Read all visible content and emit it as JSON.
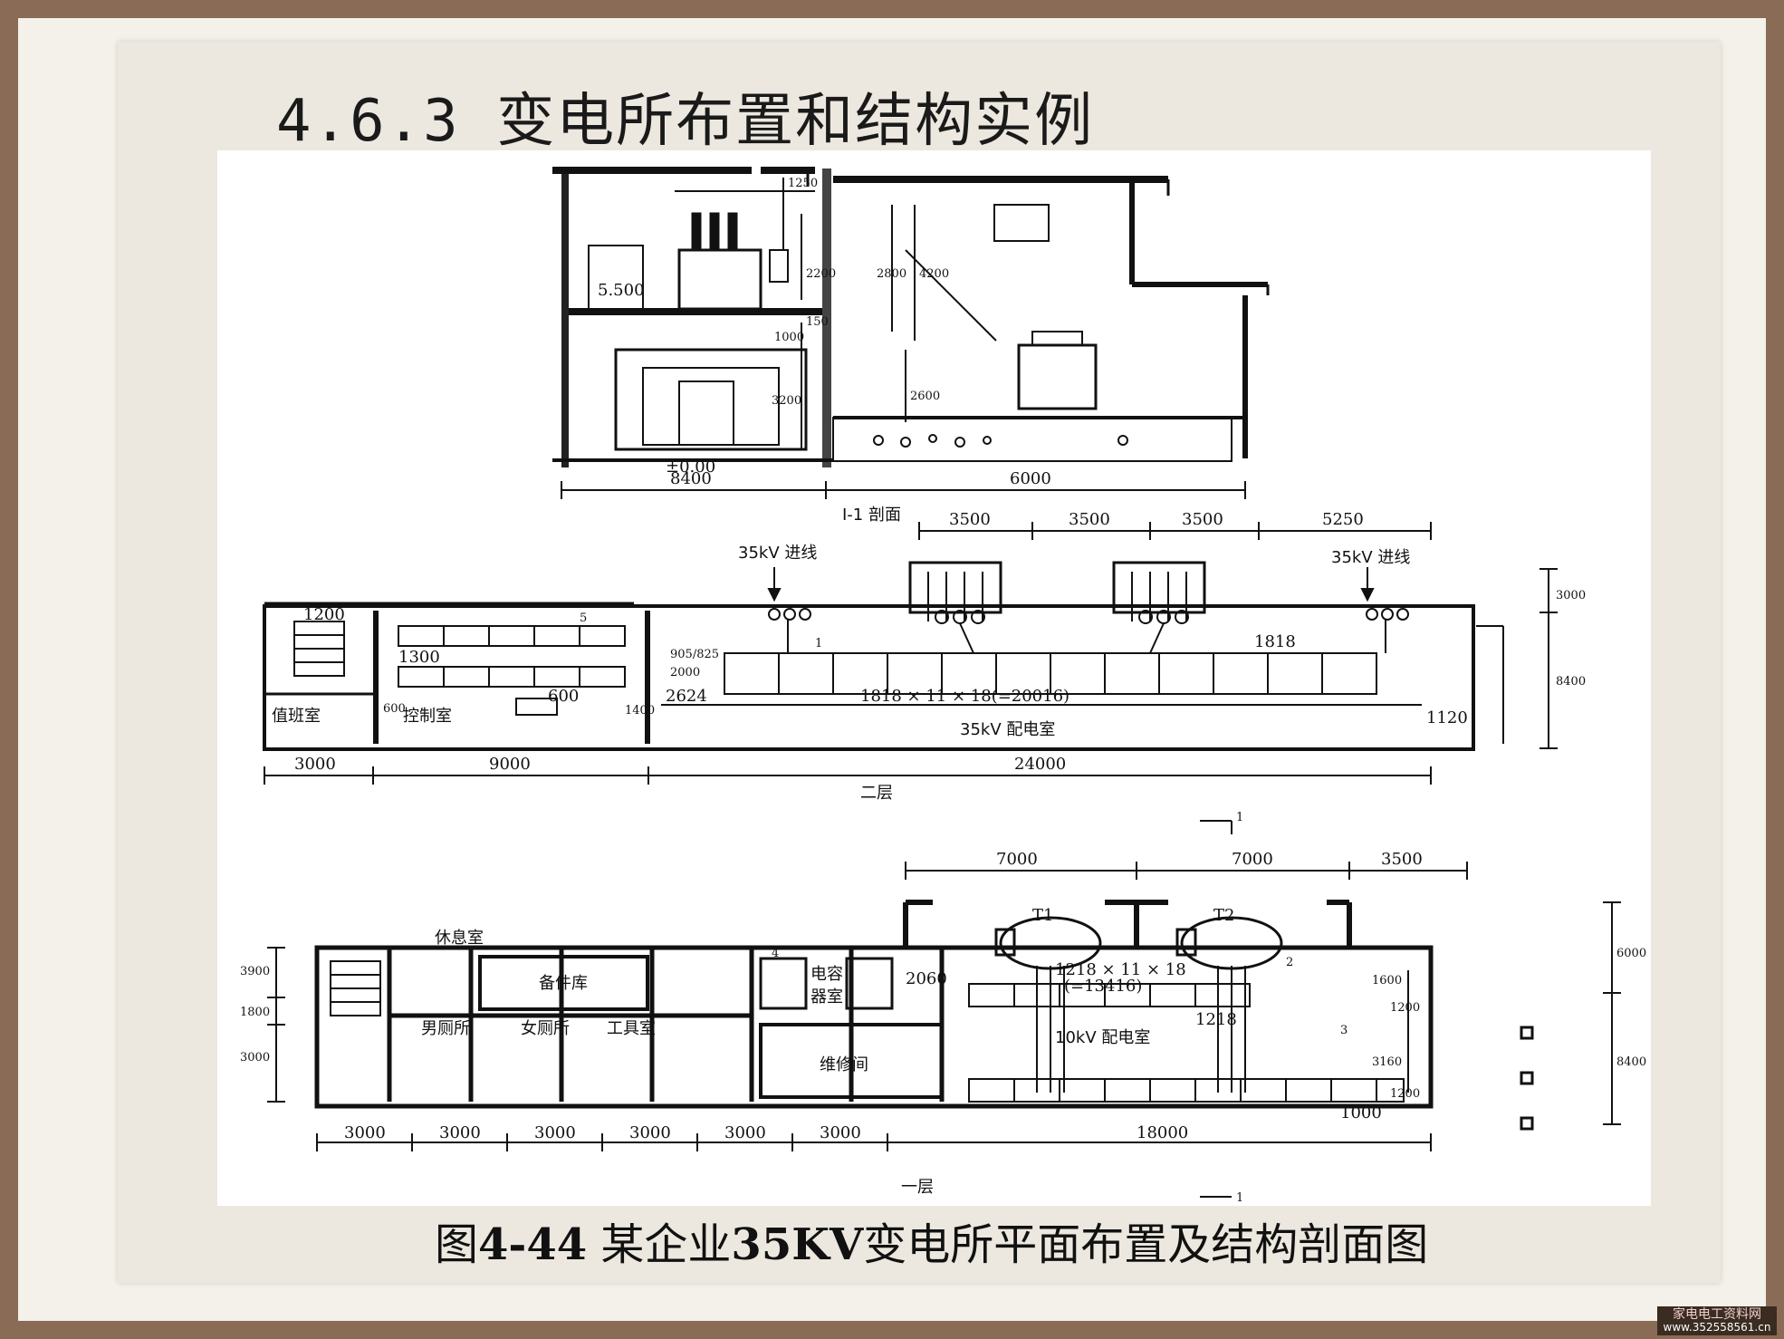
{
  "slide": {
    "title": "4.6.3 变电所布置和结构实例",
    "caption": {
      "prefix": "图",
      "figure_no": "4-44",
      "middle": "某企业",
      "voltage": "35KV",
      "rest": "变电所平面布置及结构剖面图"
    },
    "watermark": {
      "site_name": "家电电工资料网",
      "url": "www.352558561.cn"
    }
  },
  "section": {
    "label": "I-1 剖面",
    "elev_upper": "5.500",
    "elev_ground": "±0.00",
    "dims": {
      "left_width": "8400",
      "right_width": "6000",
      "top_rise": "1250",
      "mid_2200": "2200",
      "d_2800": "2800",
      "d_4200": "4200",
      "d_150": "150",
      "d_1000": "1000",
      "d_2600": "2600",
      "d_3200": "3200"
    }
  },
  "floor2": {
    "label": "二层",
    "incoming_left": "35kV 进线",
    "incoming_right": "35kV 进线",
    "top_dims": [
      "3500",
      "3500",
      "3500",
      "5250"
    ],
    "bottom_dims": [
      "3000",
      "9000",
      "24000"
    ],
    "right_dims": [
      "3000",
      "8400"
    ],
    "rooms": {
      "duty": "值班室",
      "control": "控制室",
      "switchgear": "35kV 配电室"
    },
    "dims": {
      "d1200": "1200",
      "d1300": "1300",
      "d600": "600",
      "d1400": "1400",
      "d2624": "2624",
      "d1818": "1818",
      "d1120": "1120",
      "vstack": "905/825",
      "d2000": "2000",
      "d600b": "600",
      "row": "1818 × 11 × 18(=20016)"
    },
    "markers": {
      "m1": "1",
      "m5": "5"
    }
  },
  "floor1": {
    "label": "一层",
    "section_mark_top": "1",
    "section_mark_bottom": "1",
    "top_dims": [
      "7000",
      "7000",
      "3500"
    ],
    "bottom_dims": [
      "3000",
      "3000",
      "3000",
      "3000",
      "3000",
      "3000",
      "18000"
    ],
    "right_dims": [
      "6000",
      "8400"
    ],
    "left_dims": [
      "3900",
      "1800",
      "3000"
    ],
    "transformers": [
      "T1",
      "T2"
    ],
    "rooms": {
      "rest": "休息室",
      "spares": "备件库",
      "capacitor_line1": "电容",
      "capacitor_line2": "器室",
      "mens": "男厕所",
      "womens": "女厕所",
      "tools": "工具室",
      "repair": "维修间",
      "switchgear": "10kV 配电室"
    },
    "dims": {
      "d2060": "2060",
      "row": "1218 × 11 × 18",
      "row_total": "(=13416)",
      "d1218": "1218",
      "d1000": "1000",
      "d1600": "1600",
      "d1200a": "1200",
      "d3160": "3160",
      "d1200b": "1200"
    },
    "markers": {
      "m2": "2",
      "m3": "3",
      "m4": "4"
    }
  }
}
